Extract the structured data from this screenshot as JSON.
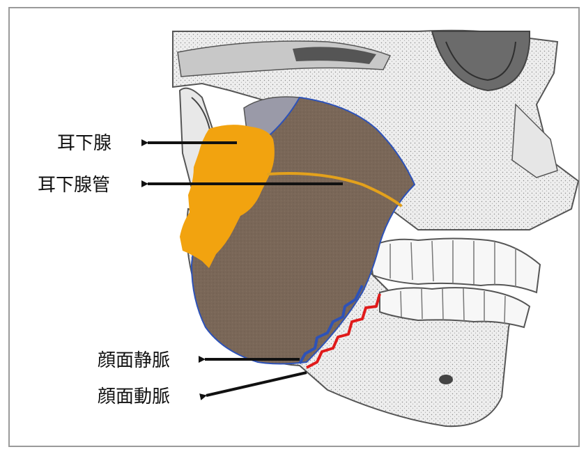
{
  "labels": {
    "parotid_gland": "耳下腺",
    "parotid_duct": "耳下腺管",
    "facial_vein": "顔面静脈",
    "facial_artery": "顔面動脈"
  },
  "colors": {
    "masseter": "#7a6758",
    "parotid_gland": "#f2a30f",
    "parotid_duct": "#e3a11c",
    "facial_vein": "#2d52b8",
    "facial_artery": "#e01a1a",
    "bone": "#f1f1f1",
    "bone_outline": "#555555",
    "arrow": "#111111"
  }
}
